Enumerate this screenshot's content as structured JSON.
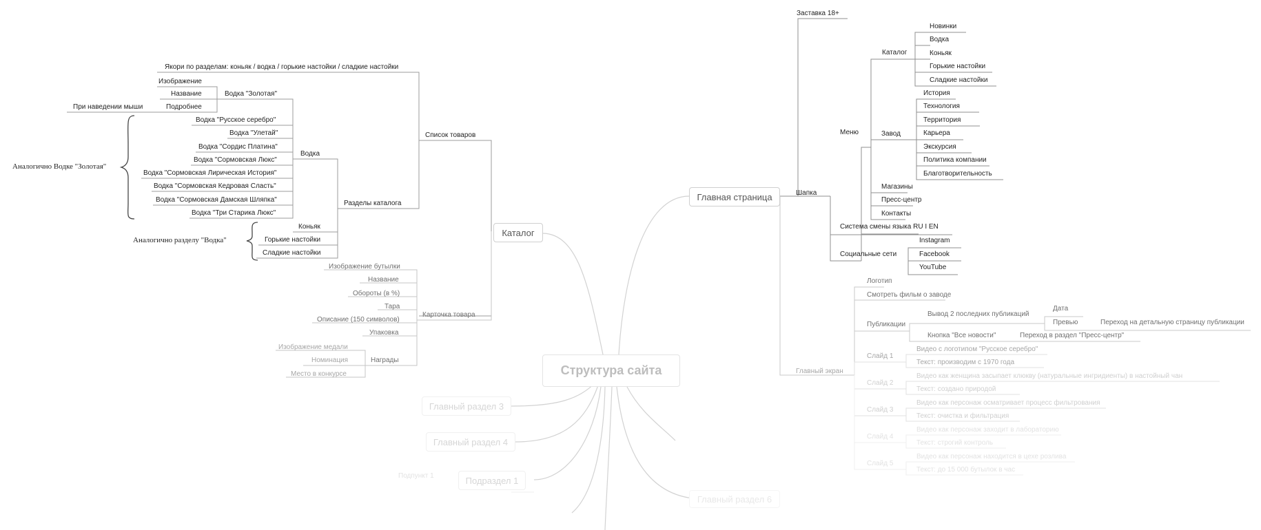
{
  "root": "Структура сайта",
  "main_nodes": {
    "catalog": "Каталог",
    "home": "Главная страница",
    "section3": "Главный раздел 3",
    "section4": "Главный раздел 4",
    "subsection1": "Подраздел 1",
    "subsection1_child": "Подпункт 1",
    "section_faint": "Главный раздел 6"
  },
  "catalog": {
    "product_list": "Список товаров",
    "anchors": "Якори по разделам: коньяк / водка / горькие настойки / сладкие настойки",
    "catalog_sections": "Разделы каталога",
    "vodka": "Водка",
    "vodka_golden": "Водка \"Золотая\"",
    "golden_children": [
      "Изображение",
      "Название",
      "Подробнее"
    ],
    "on_hover": "При наведении мыши",
    "vodka_list": [
      "Водка \"Русское серебро\"",
      "Водка \"Улетай\"",
      "Водка \"Сордис Платина\"",
      "Водка \"Сормовская Люкс\"",
      "Водка \"Сормовская Лирическая История\"",
      "Водка \"Сормовская Кедровая Сласть\"",
      "Водка \"Сормовская Дамская Шляпка\"",
      "Водка \"Три Старика Люкс\""
    ],
    "same_as_golden": "Аналогично Водке \"Золотая\"",
    "other_sections": [
      "Коньяк",
      "Горькие настойки",
      "Сладкие настойки"
    ],
    "same_as_vodka": "Аналогично разделу \"Водка\"",
    "product_card": "Карточка товара",
    "card_fields": [
      "Изображение бутылки",
      "Название",
      "Обороты (в %)",
      "Тара",
      "Описание (150 символов)",
      "Упаковка"
    ],
    "awards": "Награды",
    "award_fields": [
      "Изображение медали",
      "Номинация",
      "Место в конкурсе"
    ]
  },
  "home": {
    "splash": "Заставка 18+",
    "header": "Шапка",
    "menu": "Меню",
    "menu_catalog": "Каталог",
    "menu_catalog_items": [
      "Новинки",
      "Водка",
      "Коньяк",
      "Горькие настойки",
      "Сладкие настойки"
    ],
    "factory": "Завод",
    "factory_items": [
      "История",
      "Технология",
      "Территория",
      "Карьера",
      "Экскурсия",
      "Политика компании",
      "Благотворительность"
    ],
    "menu_other": [
      "Магазины",
      "Пресс-центр",
      "Контакты"
    ],
    "language": "Система смены языка RU I EN",
    "social": "Социальные сети",
    "social_items": [
      "Instagram",
      "Facebook",
      "YouTube"
    ],
    "main_screen": "Главный экран",
    "logo": "Логотип",
    "watch_film": "Смотреть фильм о заводе",
    "publications": "Публикации",
    "last_two": "Вывод 2 последних публикаций",
    "date": "Дата",
    "preview": "Превью",
    "to_detail": "Переход на детальную страницу публикации",
    "all_news": "Кнопка \"Все новости\"",
    "to_press": "Переход в раздел \"Пресс-центр\"",
    "slides": [
      {
        "label": "Слайд 1",
        "video": "Видео с логотипом \"Русское серебро\"",
        "text": "Текст: производим с 1970 года"
      },
      {
        "label": "Слайд 2",
        "video": "Видео как женщина засыпает клюкву (натуральные ингридиенты) в настойный чан",
        "text": "Текст: создано природой"
      },
      {
        "label": "Слайд 3",
        "video": "Видео как персонаж осматривает процесс фильтрования",
        "text": "Текст: очистка и фильтрация"
      },
      {
        "label": "Слайд 4",
        "video": "Видео как персонаж заходит в лабораторию",
        "text": "Текст: строгий контроль"
      },
      {
        "label": "Слайд 5",
        "video": "Видео как персонаж находится в цехе розлива",
        "text": "Текст: до 15 000 бутылок в час"
      }
    ]
  }
}
